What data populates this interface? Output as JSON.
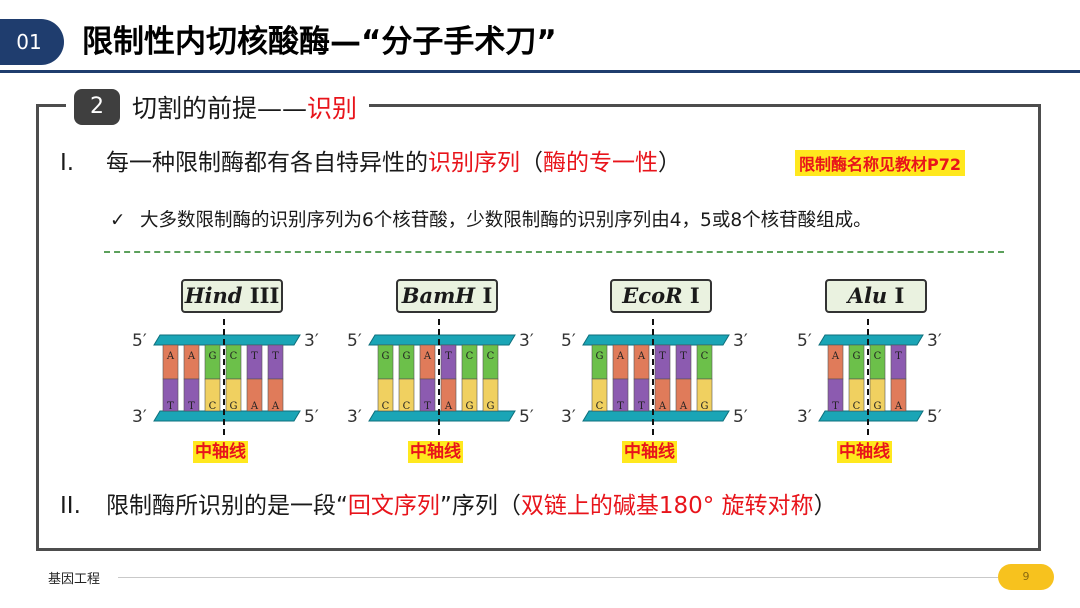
{
  "header": {
    "number": "01",
    "title": "限制性内切核酸酶—“分子手术刀”"
  },
  "section": {
    "number": "2",
    "label_prefix": "切割的前提——",
    "label_highlight": "识别"
  },
  "point1": {
    "marker": "I.",
    "text_plain": "每一种限制酶都有各自特异性的",
    "text_red1": "识别序列",
    "text_plain2": "（",
    "text_red2": "酶的专一性",
    "text_plain3": "）"
  },
  "note": "限制酶名称见教材P72",
  "subpoint": {
    "check": "✓",
    "text": "大多数限制酶的识别序列为6个核苷酸，少数限制酶的识别序列由4，5或8个核苷酸组成。"
  },
  "enzymes": [
    {
      "name_italic": "Hind",
      "name_roman": " III",
      "top": [
        "A",
        "A",
        "G",
        "C",
        "T",
        "T"
      ],
      "bottom": [
        "T",
        "T",
        "C",
        "G",
        "A",
        "A"
      ],
      "top_colors": [
        "#e07b5a",
        "#e07b5a",
        "#6cc04a",
        "#6cc04a",
        "#8c5bb0",
        "#8c5bb0"
      ],
      "axis_label": "中轴线",
      "end5_top": "5′",
      "end3_top": "3′",
      "end3_bottom": "3′",
      "end5_bottom": "5′"
    },
    {
      "name_italic": "BamH",
      "name_roman": " I",
      "top": [
        "G",
        "G",
        "A",
        "T",
        "C",
        "C"
      ],
      "bottom": [
        "C",
        "C",
        "T",
        "A",
        "G",
        "G"
      ],
      "top_colors": [
        "#6cc04a",
        "#6cc04a",
        "#e07b5a",
        "#8c5bb0",
        "#6cc04a",
        "#6cc04a"
      ],
      "axis_label": "中轴线",
      "end5_top": "5′",
      "end3_top": "3′",
      "end3_bottom": "3′",
      "end5_bottom": "5′"
    },
    {
      "name_italic": "EcoR",
      "name_roman": " I",
      "top": [
        "G",
        "A",
        "A",
        "T",
        "T",
        "C"
      ],
      "bottom": [
        "C",
        "T",
        "T",
        "A",
        "A",
        "G"
      ],
      "top_colors": [
        "#6cc04a",
        "#e07b5a",
        "#e07b5a",
        "#8c5bb0",
        "#8c5bb0",
        "#6cc04a"
      ],
      "axis_label": "中轴线",
      "end5_top": "5′",
      "end3_top": "3′",
      "end3_bottom": "3′",
      "end5_bottom": "5′"
    },
    {
      "name_italic": "Alu",
      "name_roman": " I",
      "top": [
        "A",
        "G",
        "C",
        "T"
      ],
      "bottom": [
        "T",
        "C",
        "G",
        "A"
      ],
      "top_colors": [
        "#e07b5a",
        "#6cc04a",
        "#6cc04a",
        "#8c5bb0"
      ],
      "axis_label": "中轴线",
      "end5_top": "5′",
      "end3_top": "3′",
      "end3_bottom": "3′",
      "end5_bottom": "5′"
    }
  ],
  "point2": {
    "marker": "II.",
    "text_plain": "限制酶所识别的是一段“",
    "text_red1": "回文序列",
    "text_plain2": "”序列（",
    "text_red2": "双链上的碱基180°  旋转对称",
    "text_plain3": "）"
  },
  "footer": {
    "label": "基因工程",
    "page": "9"
  },
  "colors": {
    "navy": "#1f3d6e",
    "red": "#e8141b",
    "yellow": "#ffe81e",
    "orange": "#f7c21e",
    "teal": "#2fa6b8"
  }
}
